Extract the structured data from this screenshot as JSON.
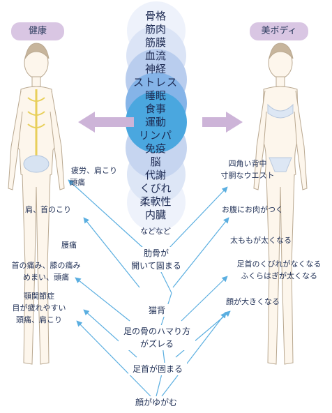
{
  "headers": {
    "health": "健康",
    "beauty": "美ボディ"
  },
  "center_list": [
    "骨格",
    "筋肉",
    "筋膜",
    "血流",
    "神経",
    "ストレス",
    "睡眠",
    "食事",
    "運動",
    "リンパ",
    "免疫",
    "脳",
    "代謝",
    "くびれ",
    "柔軟性",
    "内臓"
  ],
  "center_etc": "などなど",
  "left_labels": {
    "l1a": "疲労、肩こり",
    "l1b": "頭痛",
    "l2": "肩、首のこり",
    "l3": "腰痛",
    "l4a": "首の痛み、膝の痛み",
    "l4b": "めまい、頭痛",
    "l5a": "顎関節症",
    "l5b": "目が疲れやすい",
    "l5c": "頭痛、肩こり"
  },
  "right_labels": {
    "r1a": "四角い背中",
    "r1b": "寸胴なウエスト",
    "r2": "お腹にお肉がつく",
    "r3": "太ももが太くなる",
    "r4a": "足首のくびれがなくなる",
    "r4b": "ふくらはぎが太くなる",
    "r5": "顔が大きくなる"
  },
  "causes": {
    "c1a": "肋骨が",
    "c1b": "開いて固まる",
    "c2": "猫背",
    "c3a": "足の骨のハマり方",
    "c3b": "がズレる",
    "c4": "足首が固まる",
    "c5": "顔がゆがむ"
  },
  "colors": {
    "arrow": "#5aaee0",
    "side_arrow": "#cdb4d8",
    "pill": "#d9c6e3",
    "circle_dark": "#3aa4dc",
    "circle_light": "#e9eef9"
  }
}
